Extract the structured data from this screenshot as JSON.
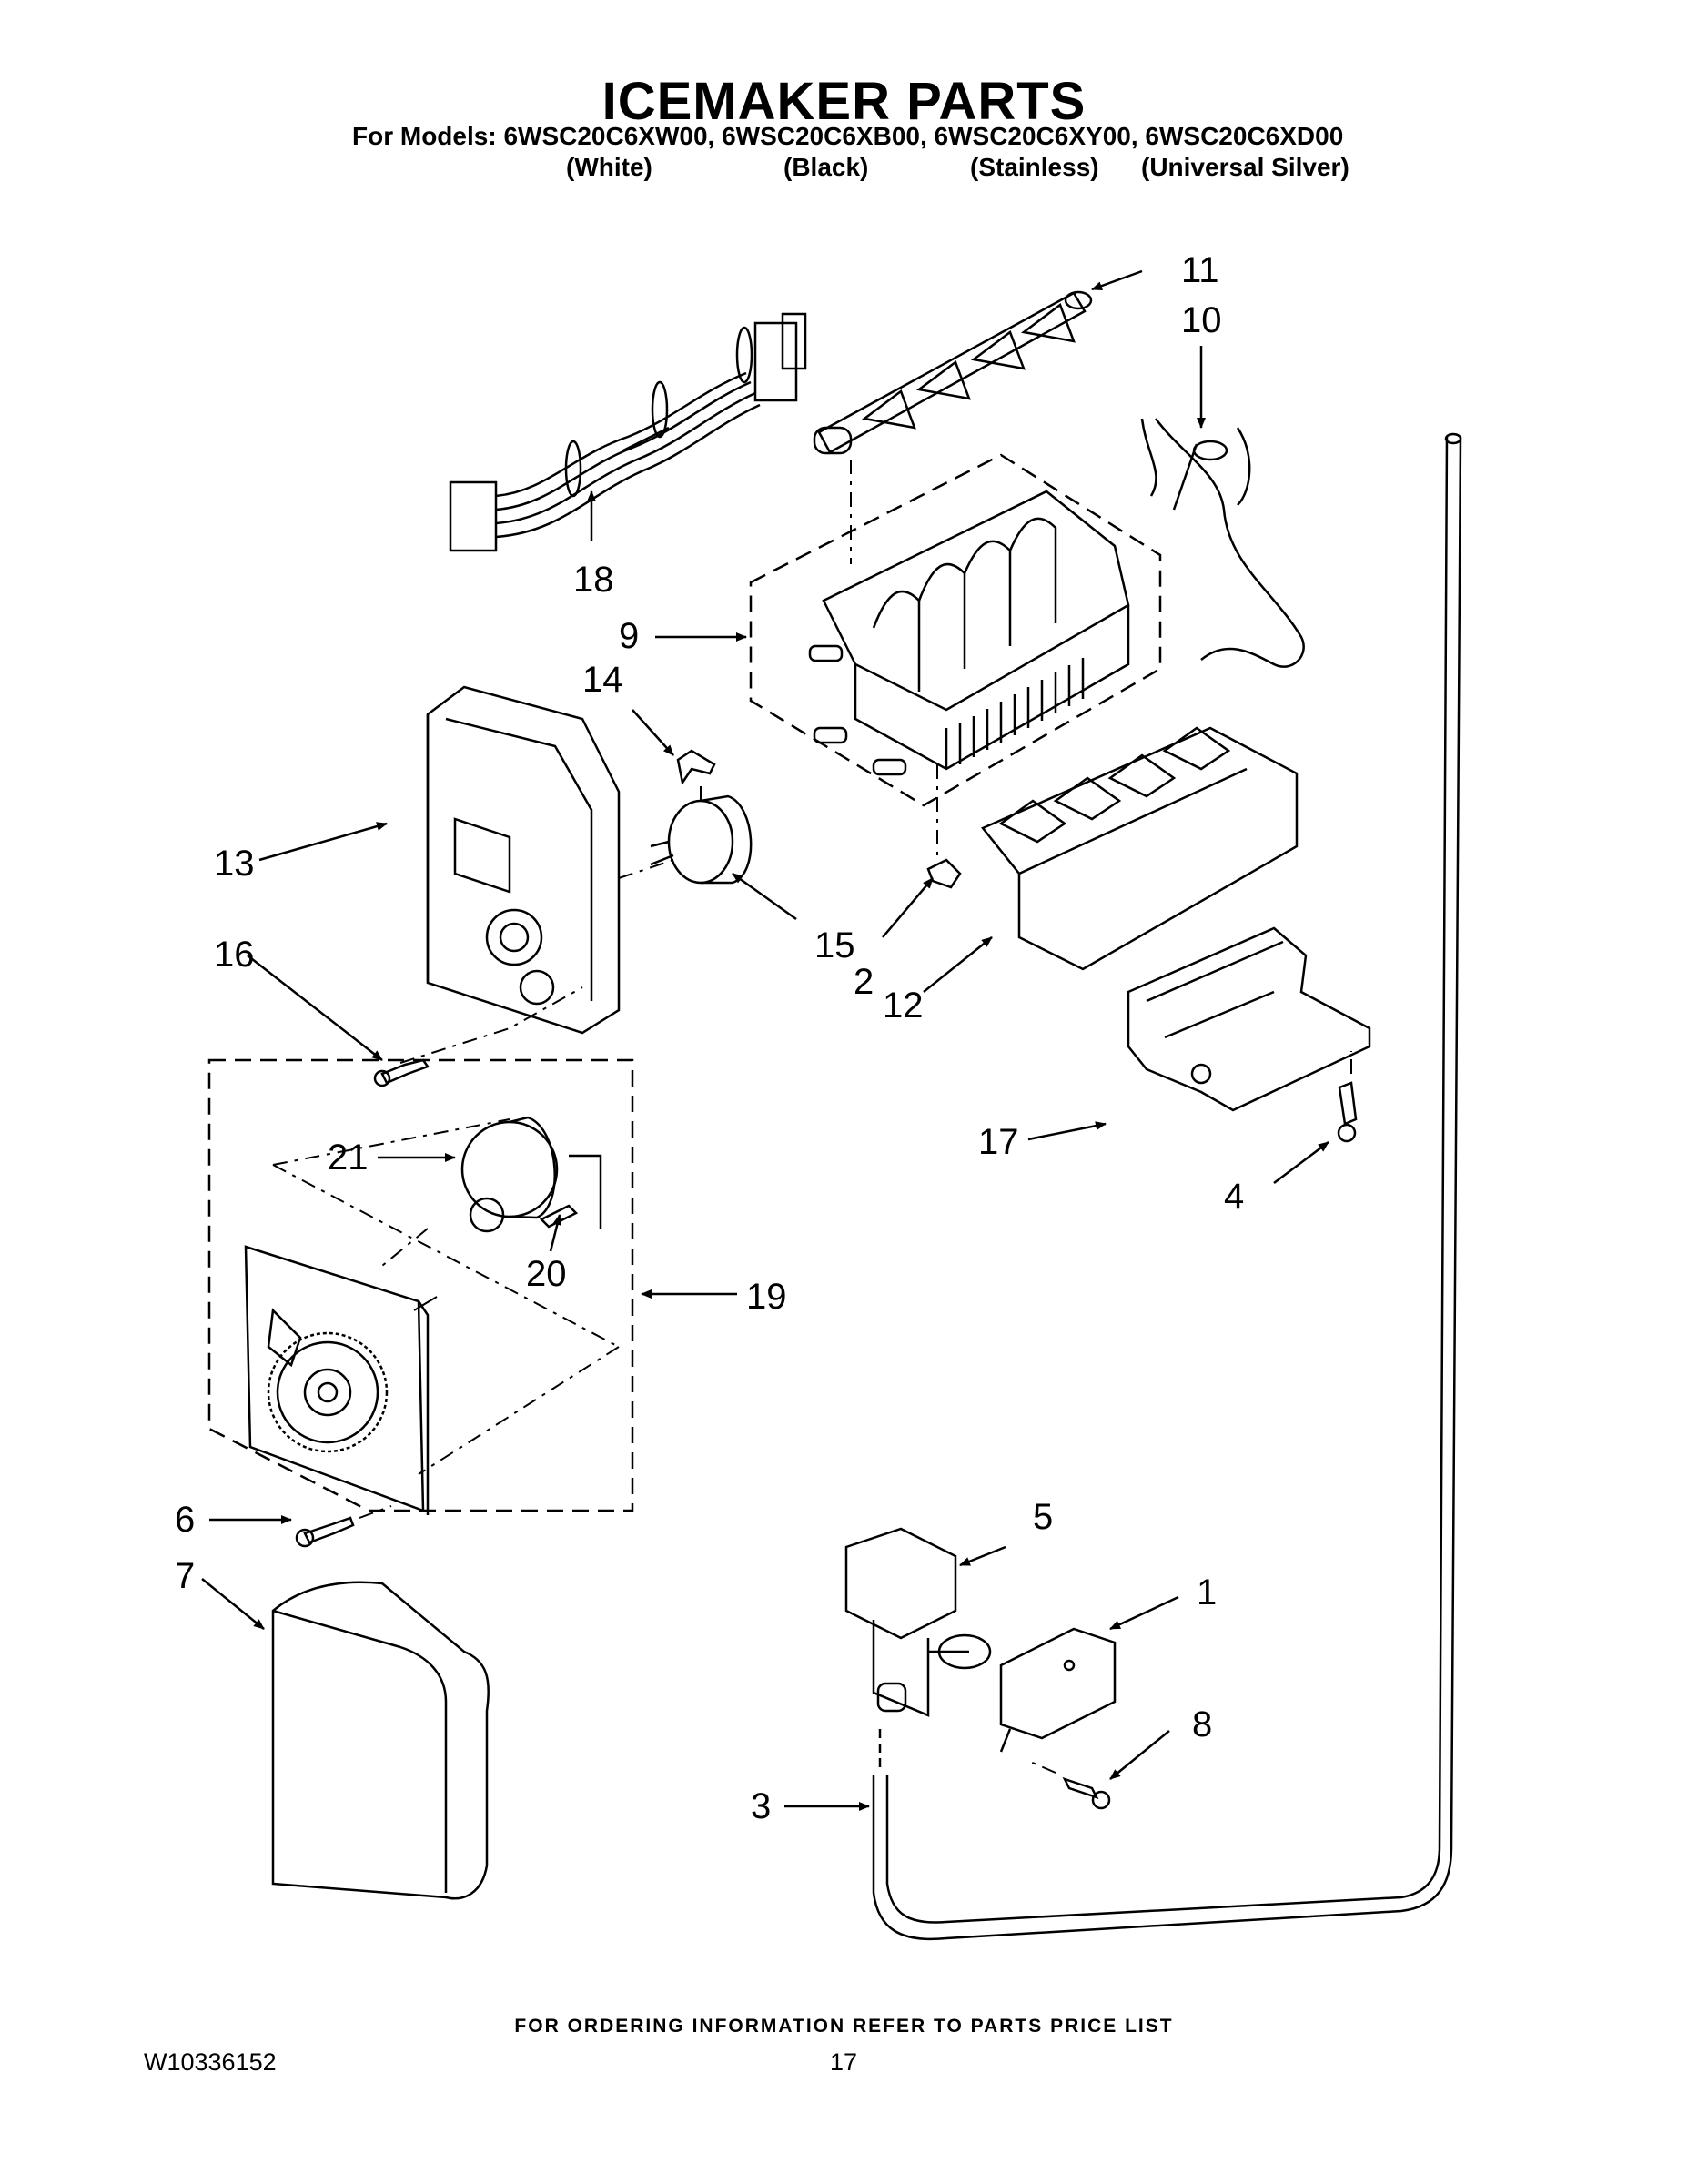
{
  "header": {
    "title": "ICEMAKER PARTS",
    "models_line": "For Models: 6WSC20C6XW00, 6WSC20C6XB00, 6WSC20C6XY00, 6WSC20C6XD00",
    "variants": [
      "(White)",
      "(Black)",
      "(Stainless)",
      "(Universal Silver)"
    ]
  },
  "callouts": [
    "1",
    "2",
    "3",
    "4",
    "5",
    "6",
    "7",
    "8",
    "9",
    "10",
    "11",
    "12",
    "13",
    "14",
    "15",
    "16",
    "17",
    "18",
    "19",
    "20",
    "21"
  ],
  "footer": {
    "ordering": "FOR ORDERING INFORMATION REFER TO PARTS PRICE LIST",
    "doc_number": "W10336152",
    "page_number": "17"
  }
}
